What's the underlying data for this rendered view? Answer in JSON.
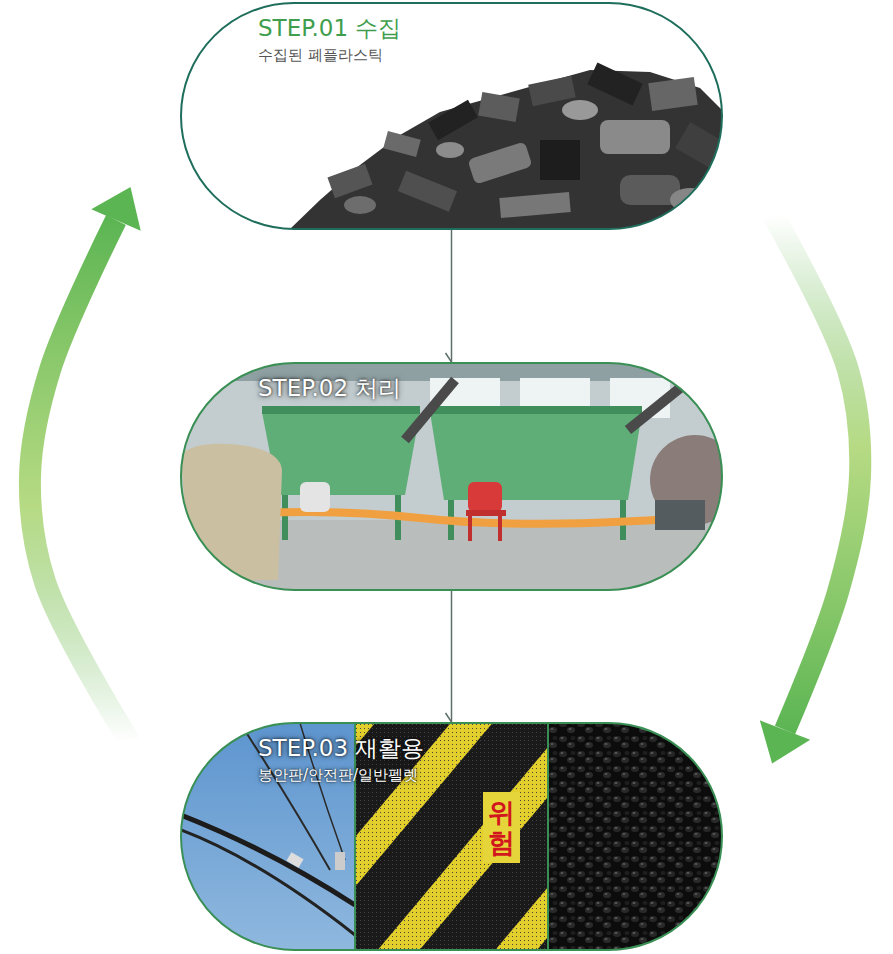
{
  "diagram": {
    "nodes": [
      {
        "text": [
          "STEP.01 수집",
          "수집된 폐플라스틱"
        ]
      },
      {
        "text": [
          "STEP.02 처리"
        ]
      },
      {
        "text": [
          "STEP.03 재활용",
          "봉안판/안전판/일반펠렛"
        ]
      }
    ],
    "edges": [
      {
        "from": 0,
        "to": 1,
        "arrow": "to"
      },
      {
        "from": 1,
        "to": 2,
        "arrow": "to"
      },
      {
        "from": 0,
        "to": 2,
        "arrow": "to"
      },
      {
        "from": 2,
        "to": 0,
        "arrow": "to"
      }
    ],
    "labels": [
      "위험"
    ]
  }
}
